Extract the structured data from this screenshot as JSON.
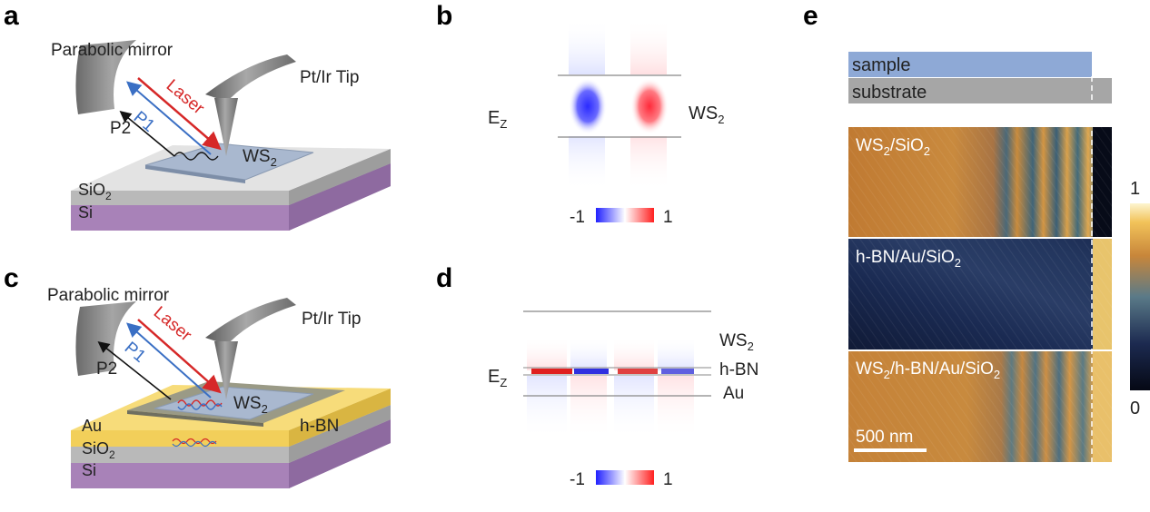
{
  "panels": {
    "a": {
      "letter": "a",
      "mirror": "Parabolic mirror",
      "tip": "Pt/Ir Tip",
      "laser": "Laser",
      "p1": "P1",
      "p2": "P2",
      "sample": "WS",
      "sample_sub": "2",
      "layer1": "SiO",
      "layer1_sub": "2",
      "layer2": "Si"
    },
    "b": {
      "letter": "b",
      "field": "E",
      "field_sub": "Z",
      "material": "WS",
      "material_sub": "2",
      "scale_min": "-1",
      "scale_max": "1"
    },
    "c": {
      "letter": "c",
      "mirror": "Parabolic mirror",
      "tip": "Pt/Ir Tip",
      "laser": "Laser",
      "p1": "P1",
      "p2": "P2",
      "sample": "WS",
      "sample_sub": "2",
      "spacer": "h-BN",
      "layer0": "Au",
      "layer1": "SiO",
      "layer1_sub": "2",
      "layer2": "Si"
    },
    "d": {
      "letter": "d",
      "field": "E",
      "field_sub": "Z",
      "layer_ws2": "WS",
      "layer_ws2_sub": "2",
      "layer_hbn": "h-BN",
      "layer_au": "Au",
      "scale_min": "-1",
      "scale_max": "1"
    },
    "e": {
      "letter": "e",
      "bar_sample": "sample",
      "bar_substrate": "substrate",
      "img1_a": "WS",
      "img1_a_sub": "2",
      "img1_b": "/SiO",
      "img1_b_sub": "2",
      "img2_a": "h-BN/Au/SiO",
      "img2_a_sub": "2",
      "img3_a": "WS",
      "img3_a_sub": "2",
      "img3_b": "/h-BN/Au/SiO",
      "img3_b_sub": "2",
      "scalebar": "500 nm",
      "cbar_max": "1",
      "cbar_min": "0"
    }
  },
  "colors": {
    "laser": "#d62828",
    "p1": "#3a6fc4",
    "p2": "#111111",
    "ws2": "#a9b8cf",
    "sio2": "#b9b9b9",
    "si": "#a882b8",
    "au": "#f2cf5a",
    "hbn": "#9a9a86",
    "sample_bar": "#8ea9d6",
    "substrate_bar": "#a6a6a6"
  }
}
